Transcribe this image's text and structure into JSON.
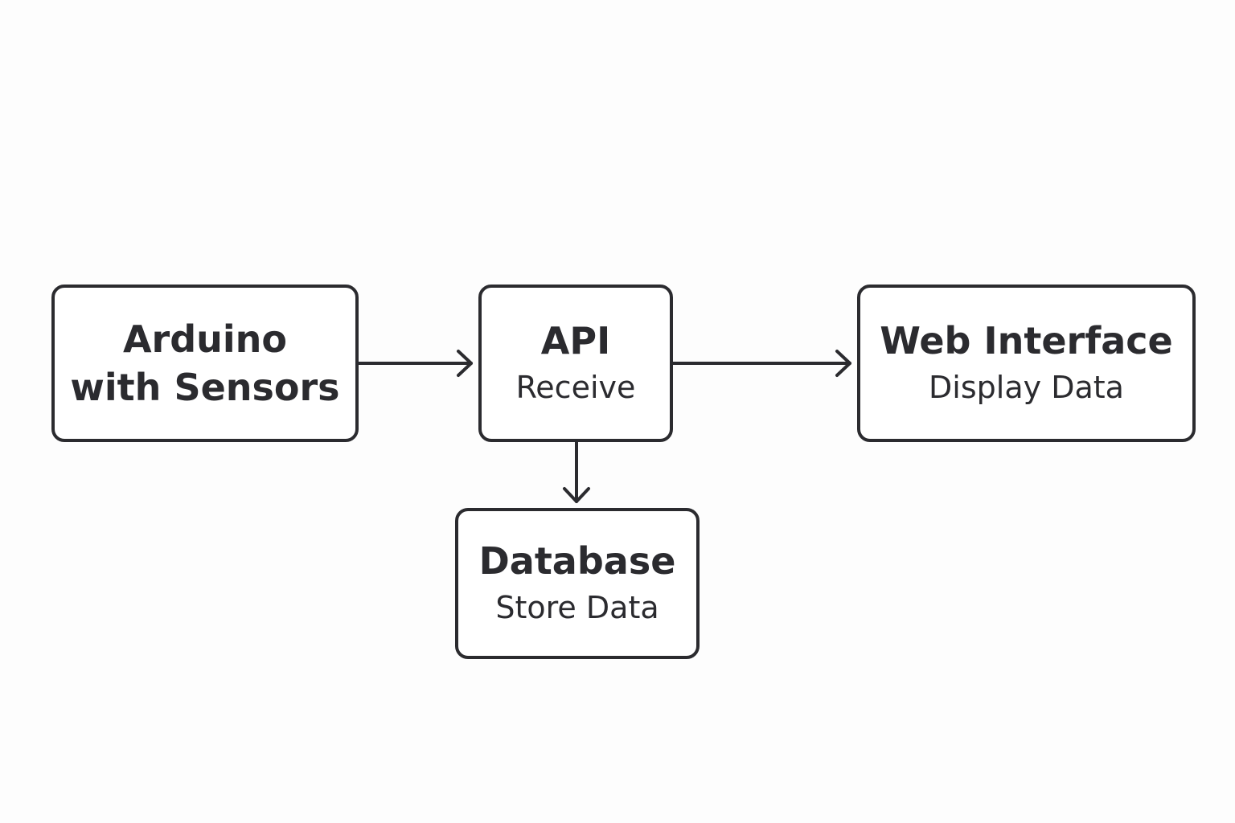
{
  "diagram": {
    "nodes": {
      "arduino": {
        "title_line1": "Arduino",
        "title_line2": "with Sensors"
      },
      "api": {
        "title": "API",
        "subtitle": "Receive"
      },
      "web": {
        "title": "Web Interface",
        "subtitle": "Display Data"
      },
      "database": {
        "title": "Database",
        "subtitle": "Store Data"
      }
    },
    "edges": [
      {
        "from": "arduino",
        "to": "api"
      },
      {
        "from": "api",
        "to": "web"
      },
      {
        "from": "api",
        "to": "database"
      }
    ],
    "colors": {
      "stroke": "#2b2b2f",
      "text": "#2b2b2f",
      "background": "#fdfdfd"
    }
  }
}
